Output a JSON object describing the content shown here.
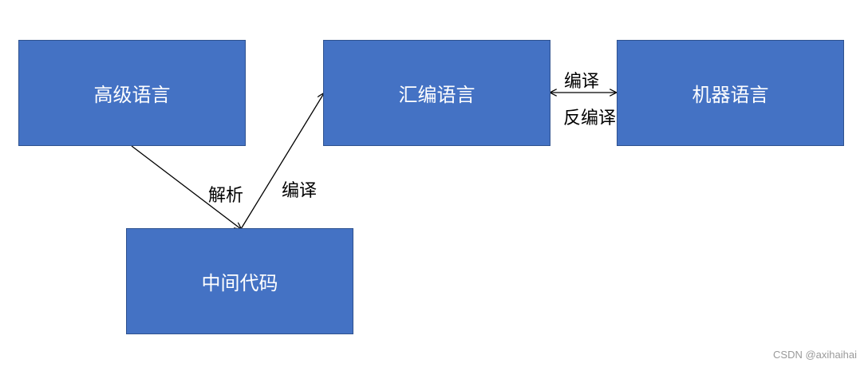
{
  "nodes": {
    "high_level": "高级语言",
    "assembly": "汇编语言",
    "machine": "机器语言",
    "intermediate": "中间代码"
  },
  "edges": {
    "parse": "解析",
    "compile_mid": "编译",
    "compile_top": "编译",
    "decompile": "反编译"
  },
  "colors": {
    "node_fill": "#4472c4",
    "node_border": "#2f528f",
    "node_text": "#ffffff",
    "edge": "#000000"
  },
  "watermark": "CSDN @axihaihai"
}
